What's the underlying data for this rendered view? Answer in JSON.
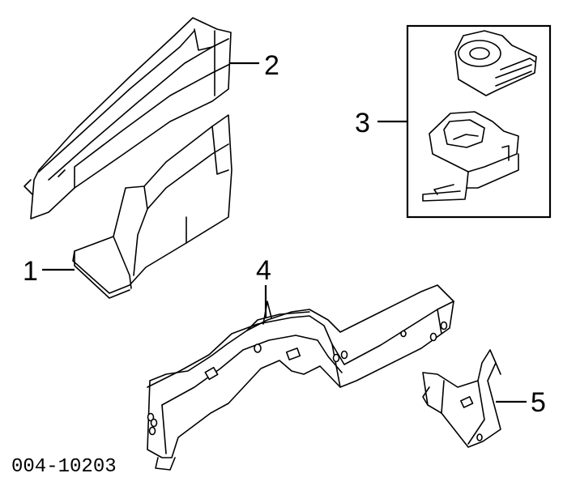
{
  "callouts": {
    "part1": "1",
    "part2": "2",
    "part3": "3",
    "part4": "4",
    "part5": "5"
  },
  "diagram_code": "004-10203",
  "colors": {
    "line": "#000000",
    "background": "#ffffff"
  }
}
